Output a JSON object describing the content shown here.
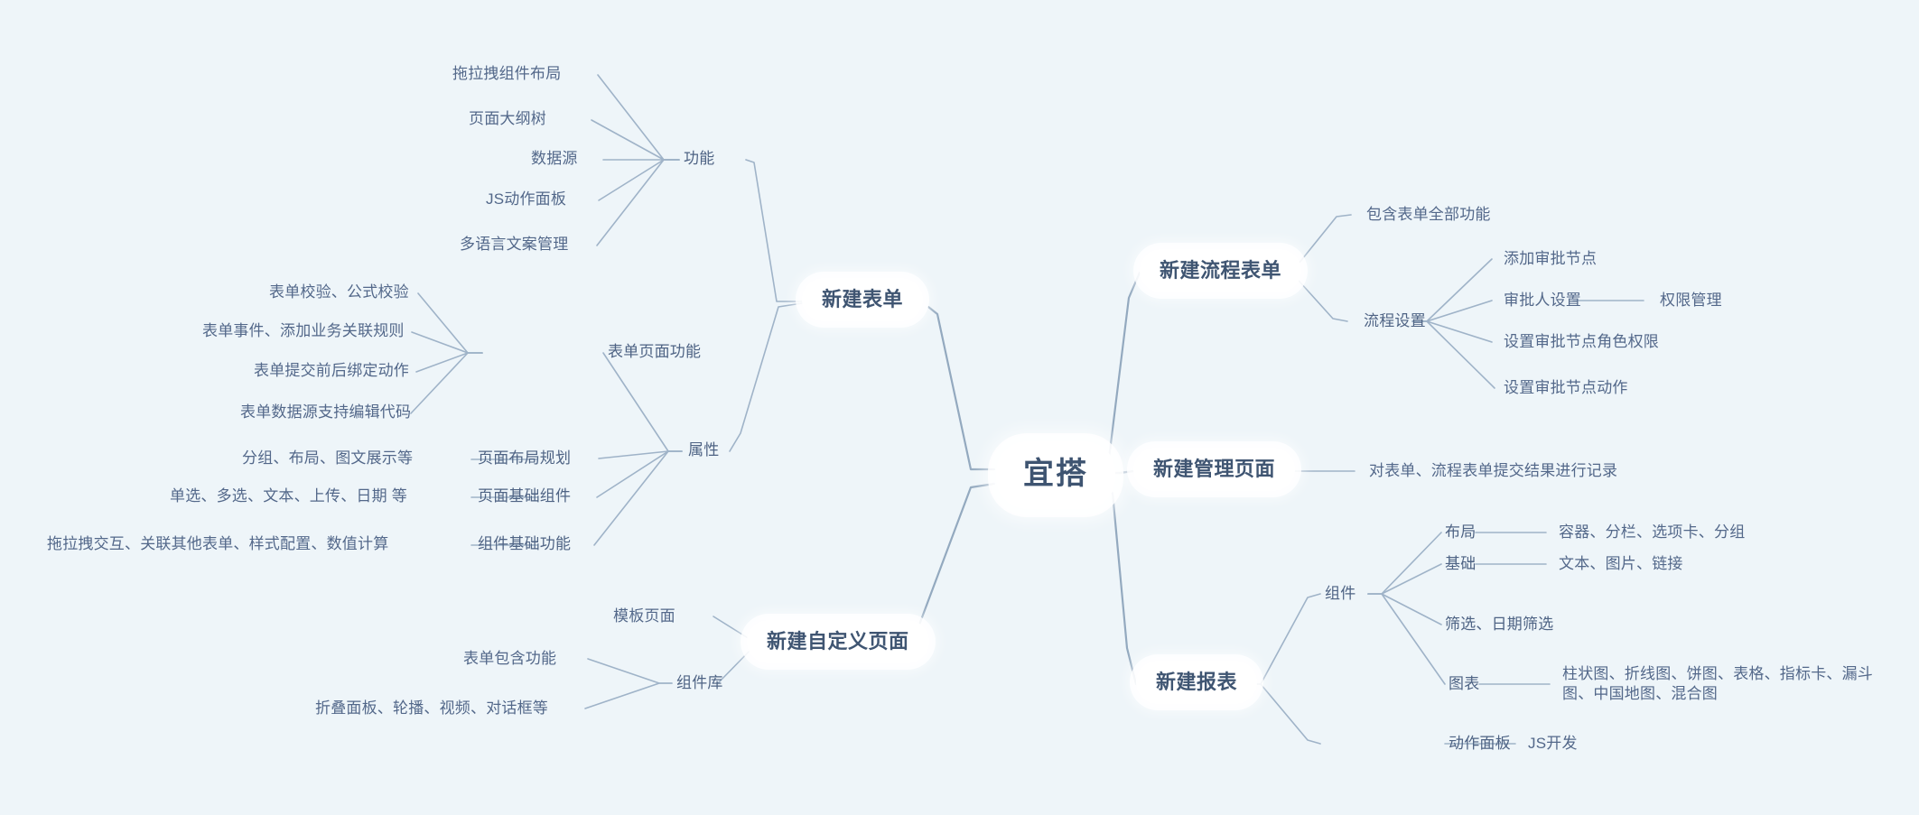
{
  "meta": {
    "background_color": "#eef5f9",
    "edge_color": "#9fb3c8",
    "node_text_color": "#4c6180",
    "branch_text_color": "#3f5572",
    "node_fill_color": "#ffffff"
  },
  "root": {
    "label": "宜搭"
  },
  "branches": {
    "new_form": {
      "label": "新建表单",
      "children": {
        "function": {
          "label": "功能",
          "leaves": [
            "拖拉拽组件布局",
            "页面大纲树",
            "数据源",
            "JS动作面板",
            "多语言文案管理"
          ]
        },
        "attribute": {
          "label": "属性",
          "children": [
            {
              "label": "表单页面功能",
              "leaves": [
                "表单校验、公式校验",
                "表单事件、添加业务关联规则",
                "表单提交前后绑定动作",
                "表单数据源支持编辑代码"
              ]
            },
            {
              "label": "页面布局规划",
              "leaves": [
                "分组、布局、图文展示等"
              ]
            },
            {
              "label": "页面基础组件",
              "leaves": [
                "单选、多选、文本、上传、日期 等"
              ]
            },
            {
              "label": "组件基础功能",
              "leaves": [
                "拖拉拽交互、关联其他表单、样式配置、数值计算"
              ]
            }
          ]
        }
      }
    },
    "new_custom_page": {
      "label": "新建自定义页面",
      "children": [
        {
          "label": "模板页面",
          "leaves": []
        },
        {
          "label": "组件库",
          "leaves": [
            "表单包含功能",
            "折叠面板、轮播、视频、对话框等"
          ]
        }
      ]
    },
    "new_flow_form": {
      "label": "新建流程表单",
      "children": [
        {
          "label": "包含表单全部功能",
          "leaves": []
        },
        {
          "label": "流程设置",
          "leaves": [
            "添加审批节点",
            "审批人设置",
            "设置审批节点角色权限",
            "设置审批节点动作"
          ],
          "grandchild": {
            "parent": "审批人设置",
            "label": "权限管理"
          }
        }
      ]
    },
    "new_admin_page": {
      "label": "新建管理页面",
      "children": [
        {
          "label": "对表单、流程表单提交结果进行记录",
          "leaves": []
        }
      ]
    },
    "new_report": {
      "label": "新建报表",
      "children": [
        {
          "label": "组件",
          "leaves": [
            {
              "label": "布局",
              "detail": "容器、分栏、选项卡、分组"
            },
            {
              "label": "基础",
              "detail": "文本、图片、链接"
            },
            {
              "label": "筛选、日期筛选",
              "detail": ""
            },
            {
              "label": "图表",
              "detail_line1": "柱状图、折线图、饼图、表格、指标卡、漏斗",
              "detail_line2": "图、中国地图、混合图"
            }
          ]
        },
        {
          "label": "动作面板",
          "detail": "JS开发"
        }
      ]
    }
  },
  "labels": {
    "l_drag_layout": "拖拉拽组件布局",
    "l_outline_tree": "页面大纲树",
    "l_datasource": "数据源",
    "l_js_panel": "JS动作面板",
    "l_i18n": "多语言文案管理",
    "l_function": "功能",
    "l_form_validate": "表单校验、公式校验",
    "l_form_event": "表单事件、添加业务关联规则",
    "l_form_submit_action": "表单提交前后绑定动作",
    "l_form_ds_code": "表单数据源支持编辑代码",
    "l_form_page_fn": "表单页面功能",
    "l_group_layout_etc": "分组、布局、图文展示等",
    "l_page_layout_plan": "页面布局规划",
    "l_basic_widgets_detail": "单选、多选、文本、上传、日期 等",
    "l_page_basic_widgets": "页面基础组件",
    "l_widget_basic_detail": "拖拉拽交互、关联其他表单、样式配置、数值计算",
    "l_widget_basic_fn": "组件基础功能",
    "l_attribute": "属性",
    "l_new_form": "新建表单",
    "l_template_page": "模板页面",
    "l_form_included_fn": "表单包含功能",
    "l_collapse_etc": "折叠面板、轮播、视频、对话框等",
    "l_widget_lib": "组件库",
    "l_new_custom_page": "新建自定义页面",
    "l_root": "宜搭",
    "l_new_flow_form": "新建流程表单",
    "l_include_all_form_fn": "包含表单全部功能",
    "l_flow_settings": "流程设置",
    "l_add_approval_node": "添加审批节点",
    "l_approver_setting": "审批人设置",
    "l_permission_mgmt": "权限管理",
    "l_node_role_perm": "设置审批节点角色权限",
    "l_node_action": "设置审批节点动作",
    "l_new_admin_page": "新建管理页面",
    "l_admin_desc": "对表单、流程表单提交结果进行记录",
    "l_new_report": "新建报表",
    "l_layout": "布局",
    "l_layout_detail": "容器、分栏、选项卡、分组",
    "l_basic": "基础",
    "l_basic_detail": "文本、图片、链接",
    "l_filter": "筛选、日期筛选",
    "l_chart": "图表",
    "l_chart_detail_1": "柱状图、折线图、饼图、表格、指标卡、漏斗",
    "l_chart_detail_2": "图、中国地图、混合图",
    "l_action_panel": "动作面板",
    "l_js_dev": "JS开发",
    "l_widgets": "组件"
  }
}
